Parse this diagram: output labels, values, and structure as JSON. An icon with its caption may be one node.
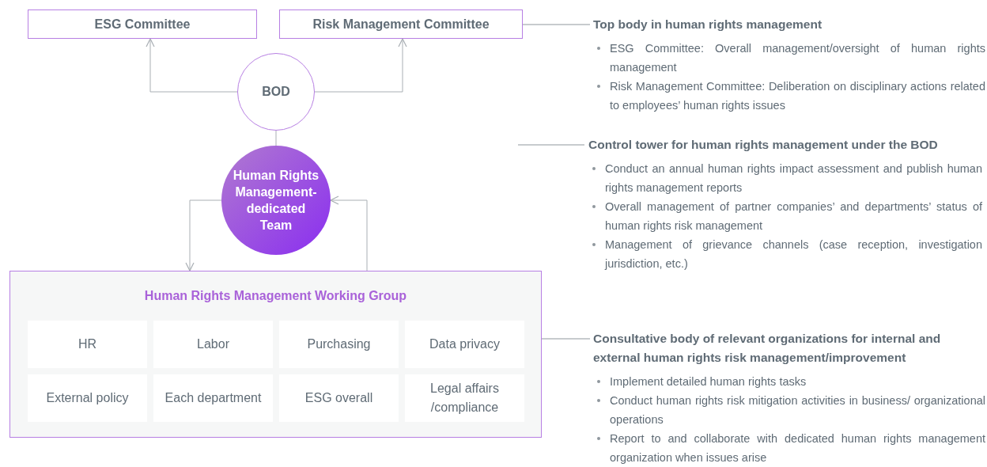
{
  "diagram": {
    "nodes": [
      {
        "text": [
          "ESG Committee"
        ]
      },
      {
        "text": [
          "Risk Management Committee"
        ]
      },
      {
        "text": [
          "BOD"
        ]
      },
      {
        "text": [
          "Human Rights Management-dedicated Team"
        ]
      },
      {
        "text": [
          "Human Rights Management Working Group"
        ]
      },
      {
        "text": [
          "HR"
        ],
        "in": 4
      },
      {
        "text": [
          "Labor"
        ],
        "in": 4
      },
      {
        "text": [
          "Purchasing"
        ],
        "in": 4
      },
      {
        "text": [
          "Data privacy"
        ],
        "in": 4
      },
      {
        "text": [
          "External policy"
        ],
        "in": 4
      },
      {
        "text": [
          "Each department"
        ],
        "in": 4
      },
      {
        "text": [
          "ESG overall"
        ],
        "in": 4
      },
      {
        "text": [
          "Legal affairs /compliance"
        ],
        "in": 4
      },
      {
        "text": [
          "Top body in human rights management",
          "ESG Committee: Overall management/oversight of human rights management",
          "Risk Management Committee: Deliberation on disciplinary actions related to employees’ human rights issues"
        ]
      },
      {
        "text": [
          "Control tower for human rights management under the BOD",
          "Conduct an annual human rights impact assessment and publish human rights management reports",
          "Overall management of partner companies’ and departments’ status of human rights risk management",
          "Management of grievance channels (case reception, investigation jurisdiction, etc.)"
        ]
      },
      {
        "text": [
          "Consultative body of relevant organizations for internal and external human rights risk management/improvement",
          "Implement detailed human rights tasks",
          "Conduct human rights risk mitigation activities in business/ organizational operations",
          "Report to and collaborate with dedicated human rights management organization when issues arise"
        ]
      }
    ],
    "edges": [
      {
        "from": 2,
        "to": 0,
        "arrow": "to"
      },
      {
        "from": 2,
        "to": 1,
        "arrow": "to"
      },
      {
        "from": 2,
        "to": 3,
        "arrow": "none"
      },
      {
        "from": 3,
        "to": 4,
        "arrow": "to"
      },
      {
        "from": 4,
        "to": 3,
        "arrow": "to"
      },
      {
        "from": 1,
        "to": 13,
        "arrow": "none"
      },
      {
        "from": null,
        "to": 14,
        "arrow": "none"
      },
      {
        "from": 4,
        "to": 15,
        "arrow": "none"
      }
    ]
  }
}
